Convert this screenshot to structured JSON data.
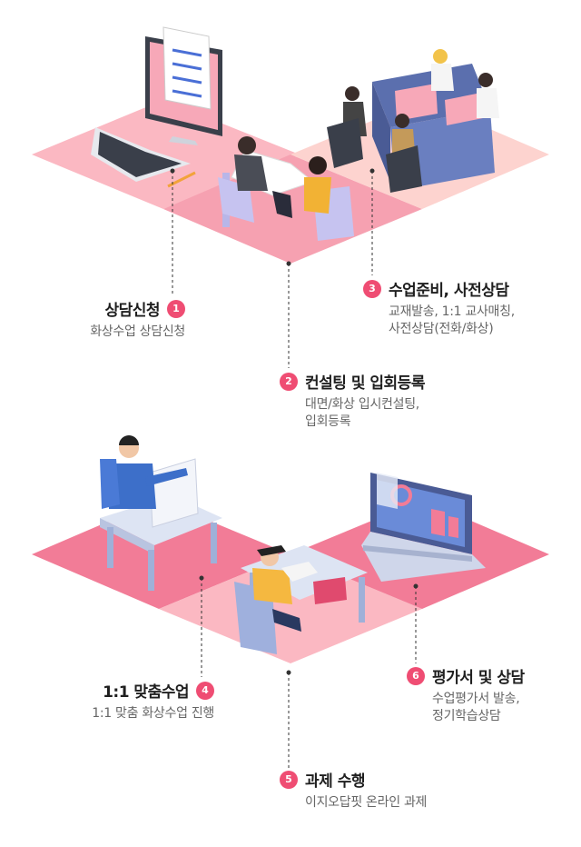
{
  "colors": {
    "accent": "#ef4d73",
    "tile_light": "#fbb8c2",
    "tile_mid": "#f6a1b1",
    "tile_pale": "#fdd3cf",
    "tile_strong": "#f27c97"
  },
  "steps": [
    {
      "number": "1",
      "title": "상담신청",
      "desc": [
        "화상수업 상담신청"
      ]
    },
    {
      "number": "2",
      "title": "컨설팅 및 입회등록",
      "desc": [
        "대면/화상 입시컨설팅,",
        "입회등록"
      ]
    },
    {
      "number": "3",
      "title": "수업준비, 사전상담",
      "desc": [
        "교재발송, 1:1 교사매칭,",
        "사전상담(전화/화상)"
      ]
    },
    {
      "number": "4",
      "title": "1:1 맞춤수업",
      "desc": [
        "1:1 맞춤 화상수업 진행"
      ]
    },
    {
      "number": "5",
      "title": "과제 수행",
      "desc": [
        "이지오답핏 온라인 과제"
      ]
    },
    {
      "number": "6",
      "title": "평가서 및 상담",
      "desc": [
        "수업평가서 발송,",
        "정기학습상담"
      ]
    }
  ]
}
